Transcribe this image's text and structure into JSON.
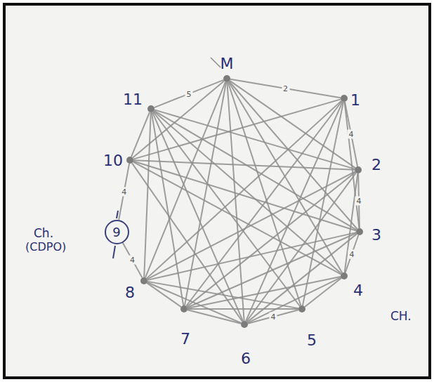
{
  "diagram": {
    "nodes": [
      {
        "text": [
          "M"
        ]
      },
      {
        "text": [
          "1"
        ]
      },
      {
        "text": [
          "2"
        ]
      },
      {
        "text": [
          "3"
        ]
      },
      {
        "text": [
          "4"
        ]
      },
      {
        "text": [
          "5"
        ]
      },
      {
        "text": [
          "6"
        ]
      },
      {
        "text": [
          "7"
        ]
      },
      {
        "text": [
          "8"
        ]
      },
      {
        "text": [
          "9"
        ]
      },
      {
        "text": [
          "10"
        ]
      },
      {
        "text": [
          "11"
        ]
      }
    ],
    "edges": [
      {
        "from": 0,
        "to": 11,
        "arrow": "none",
        "label": "5"
      },
      {
        "from": 0,
        "to": 1,
        "arrow": "none",
        "label": "2"
      },
      {
        "from": 0,
        "to": 2,
        "arrow": "none"
      },
      {
        "from": 0,
        "to": 3,
        "arrow": "none"
      },
      {
        "from": 0,
        "to": 4,
        "arrow": "none"
      },
      {
        "from": 0,
        "to": 5,
        "arrow": "none"
      },
      {
        "from": 0,
        "to": 6,
        "arrow": "none"
      },
      {
        "from": 0,
        "to": 7,
        "arrow": "none"
      },
      {
        "from": 0,
        "to": 8,
        "arrow": "none"
      },
      {
        "from": 0,
        "to": 10,
        "arrow": "none"
      },
      {
        "from": 11,
        "to": 2,
        "arrow": "none"
      },
      {
        "from": 11,
        "to": 3,
        "arrow": "none"
      },
      {
        "from": 11,
        "to": 4,
        "arrow": "none"
      },
      {
        "from": 11,
        "to": 5,
        "arrow": "none"
      },
      {
        "from": 11,
        "to": 6,
        "arrow": "none"
      },
      {
        "from": 11,
        "to": 7,
        "arrow": "none"
      },
      {
        "from": 11,
        "to": 8,
        "arrow": "none"
      },
      {
        "from": 11,
        "to": 10,
        "arrow": "none"
      },
      {
        "from": 10,
        "to": 2,
        "arrow": "none"
      },
      {
        "from": 10,
        "to": 3,
        "arrow": "none"
      },
      {
        "from": 10,
        "to": 4,
        "arrow": "none"
      },
      {
        "from": 10,
        "to": 6,
        "arrow": "none"
      },
      {
        "from": 9,
        "to": 10,
        "arrow": "none",
        "label": "4"
      },
      {
        "from": 1,
        "to": 2,
        "arrow": "none",
        "label": "4"
      },
      {
        "from": 1,
        "to": 3,
        "arrow": "none"
      },
      {
        "from": 1,
        "to": 5,
        "arrow": "none"
      },
      {
        "from": 1,
        "to": 6,
        "arrow": "none"
      },
      {
        "from": 1,
        "to": 7,
        "arrow": "none"
      },
      {
        "from": 1,
        "to": 8,
        "arrow": "none"
      },
      {
        "from": 1,
        "to": 10,
        "arrow": "none"
      },
      {
        "from": 2,
        "to": 3,
        "arrow": "none",
        "label": "4"
      },
      {
        "from": 2,
        "to": 4,
        "arrow": "none"
      },
      {
        "from": 2,
        "to": 6,
        "arrow": "none"
      },
      {
        "from": 2,
        "to": 7,
        "arrow": "none"
      },
      {
        "from": 2,
        "to": 8,
        "arrow": "none"
      },
      {
        "from": 3,
        "to": 4,
        "arrow": "none",
        "label": "4"
      },
      {
        "from": 3,
        "to": 6,
        "arrow": "none"
      },
      {
        "from": 3,
        "to": 7,
        "arrow": "none"
      },
      {
        "from": 3,
        "to": 8,
        "arrow": "none"
      },
      {
        "from": 4,
        "to": 5,
        "arrow": "none"
      },
      {
        "from": 4,
        "to": 6,
        "arrow": "none"
      },
      {
        "from": 4,
        "to": 7,
        "arrow": "none"
      },
      {
        "from": 5,
        "to": 6,
        "arrow": "none",
        "label": "4"
      },
      {
        "from": 5,
        "to": 7,
        "arrow": "none"
      },
      {
        "from": 5,
        "to": 8,
        "arrow": "none"
      },
      {
        "from": 6,
        "to": 7,
        "arrow": "none"
      },
      {
        "from": 6,
        "to": 8,
        "arrow": "none"
      },
      {
        "from": 7,
        "to": 8,
        "arrow": "none"
      },
      {
        "from": 8,
        "to": 9,
        "arrow": "none",
        "label": "4"
      }
    ],
    "labels": [
      "Ch.",
      "(CDPO)",
      "CH."
    ]
  }
}
